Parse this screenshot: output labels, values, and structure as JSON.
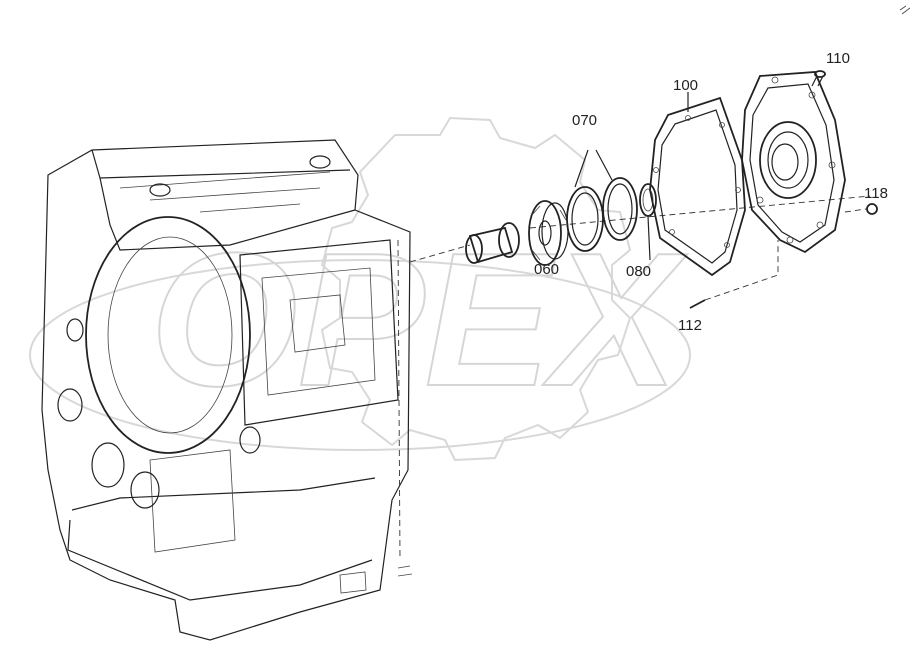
{
  "watermark": {
    "text": "OPEX"
  },
  "callouts": {
    "c060": "060",
    "c070": "070",
    "c080": "080",
    "c100": "100",
    "c110": "110",
    "c112": "112",
    "c118": "118"
  }
}
